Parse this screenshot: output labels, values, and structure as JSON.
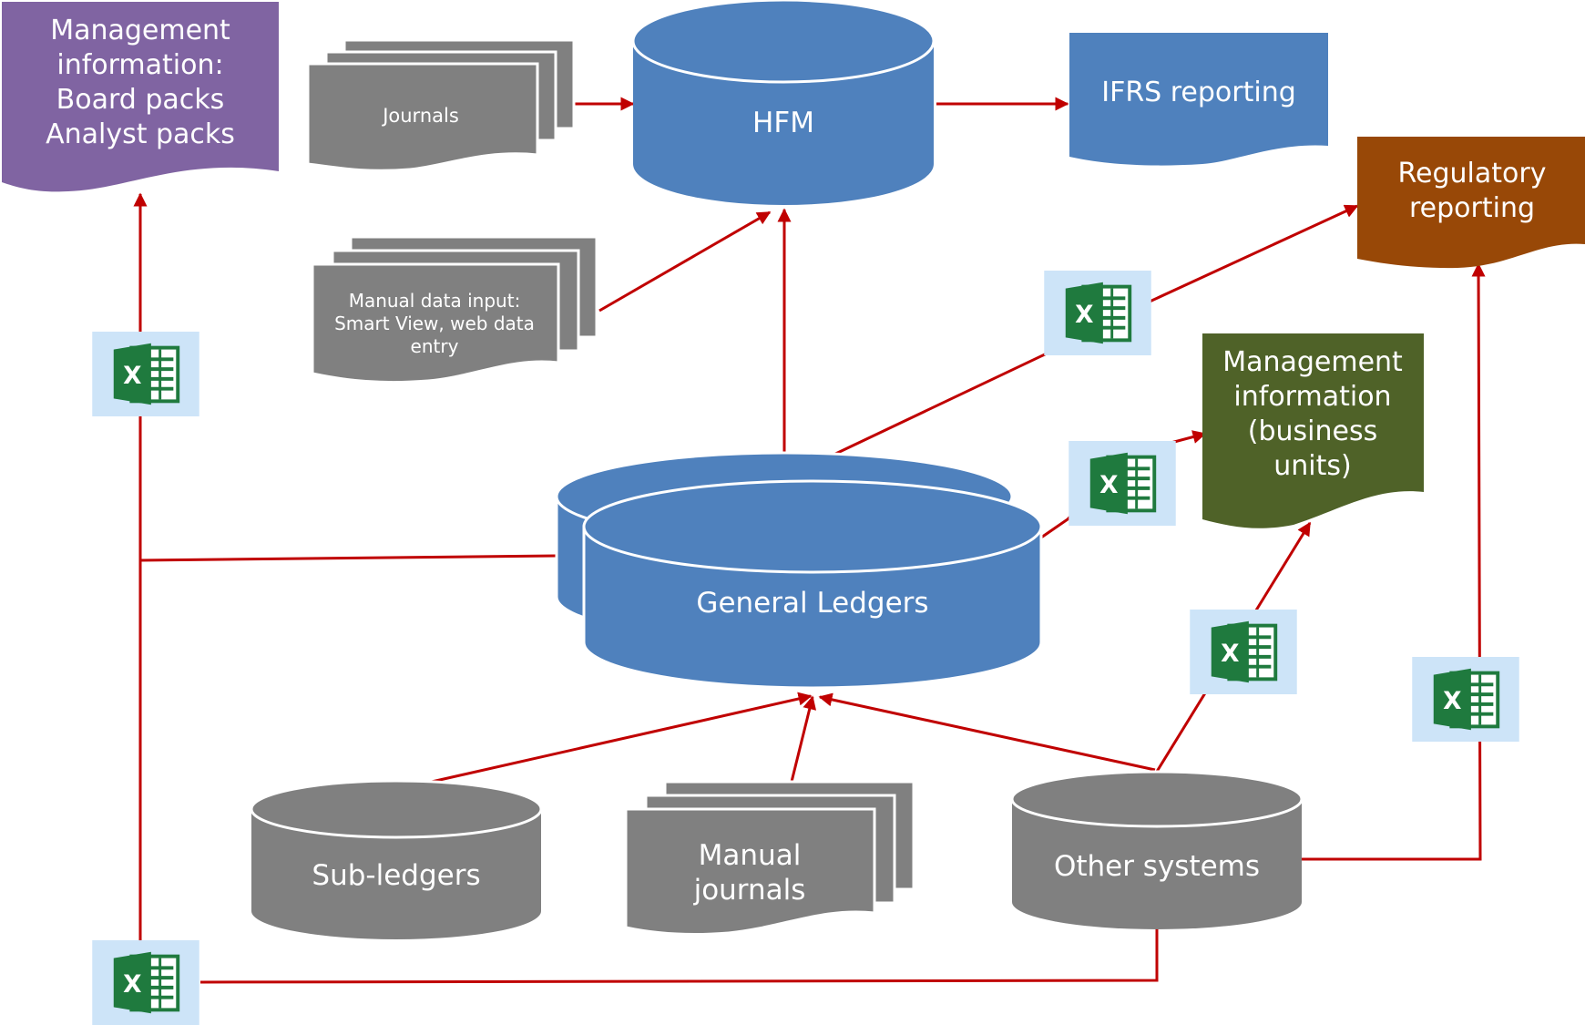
{
  "colors": {
    "blue": "#4f81bd",
    "blue_dark": "#3f6ea3",
    "gray": "#808080",
    "gray_dark": "#6d6d6d",
    "purple": "#8064a2",
    "orange": "#984807",
    "green": "#4f6228",
    "arrow": "#c00000",
    "excel_bg": "#cde4f8",
    "excel_green": "#1f7a3e"
  },
  "nodes": {
    "mgmt_board": {
      "lines": [
        "Management",
        "information:",
        "Board packs",
        "Analyst packs"
      ]
    },
    "journals_top": {
      "label": "Journals"
    },
    "hfm": {
      "label": "HFM"
    },
    "ifrs": {
      "label": "IFRS reporting"
    },
    "regulatory": {
      "lines": [
        "Regulatory",
        "reporting"
      ]
    },
    "manual_input": {
      "lines": [
        "Manual data input:",
        "Smart View, web data",
        "entry"
      ]
    },
    "mgmt_bu": {
      "lines": [
        "Management",
        "information",
        "(business",
        "units)"
      ]
    },
    "general_ledgers": {
      "label": "General Ledgers"
    },
    "sub_ledgers": {
      "label": "Sub-ledgers"
    },
    "manual_journals": {
      "lines": [
        "Manual",
        "journals"
      ]
    },
    "other_systems": {
      "label": "Other systems"
    }
  },
  "excel_icon": {
    "glyph": "X"
  }
}
